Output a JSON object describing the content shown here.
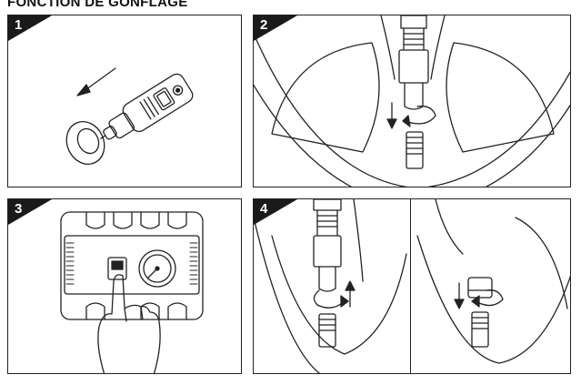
{
  "heading": "FONCTION DE GONFLAGE",
  "steps": [
    {
      "number": "1"
    },
    {
      "number": "2"
    },
    {
      "number": "3"
    },
    {
      "number": "4"
    }
  ]
}
